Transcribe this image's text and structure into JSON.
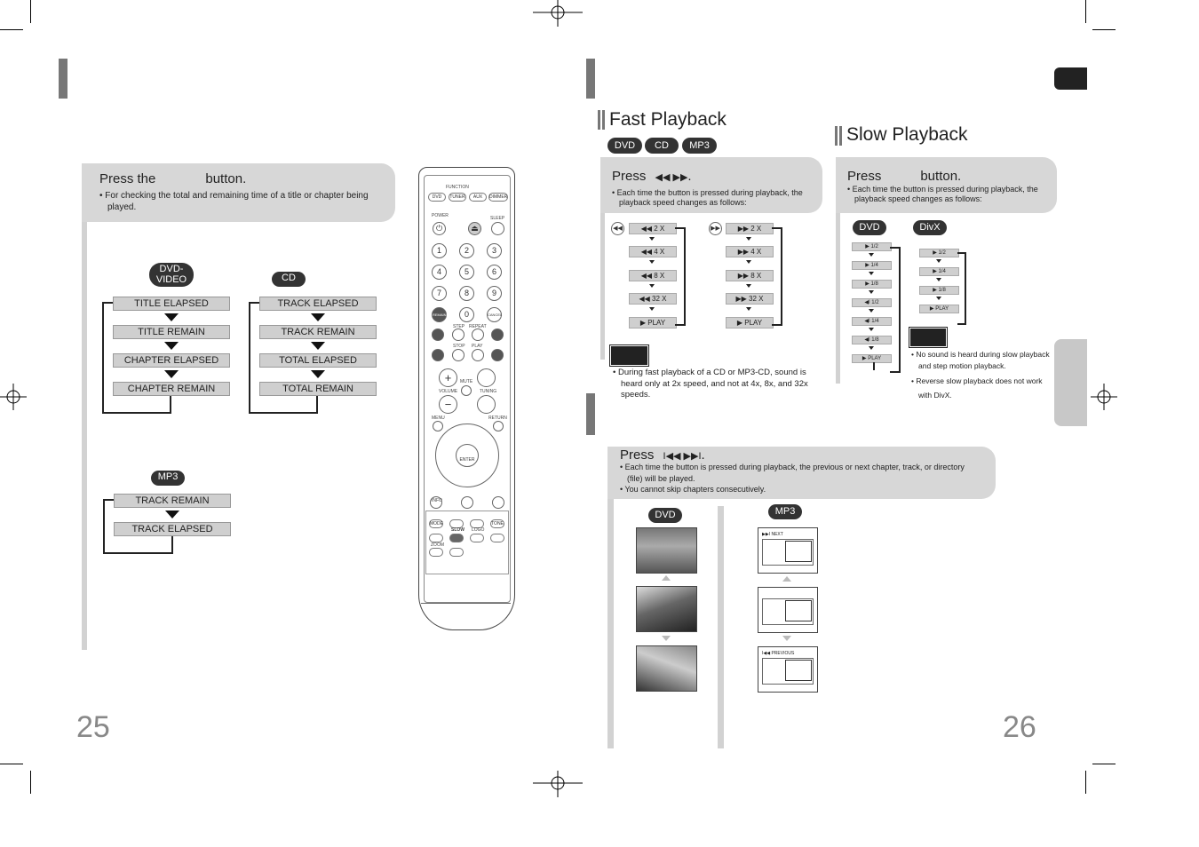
{
  "left_page": {
    "page_number": "25",
    "display_panel": {
      "press_before": "Press the",
      "press_after": "button.",
      "bullet": "For checking the total and remaining time of a title or chapter being played."
    },
    "dvd_flow": {
      "badge": "DVD-VIDEO",
      "items": [
        "TITLE ELAPSED",
        "TITLE REMAIN",
        "CHAPTER ELAPSED",
        "CHAPTER REMAIN"
      ]
    },
    "cd_flow": {
      "badge": "CD",
      "items": [
        "TRACK ELAPSED",
        "TRACK REMAIN",
        "TOTAL ELAPSED",
        "TOTAL REMAIN"
      ]
    },
    "mp3_flow": {
      "badge": "MP3",
      "items": [
        "TRACK REMAIN",
        "TRACK ELAPSED"
      ]
    }
  },
  "remote": {
    "function_label": "FUNCTION",
    "function_buttons": [
      "DVD",
      "TUNER",
      "AUX",
      "DIMMER"
    ],
    "power_label": "POWER",
    "sleep_label": "SLEEP",
    "numbers": [
      "1",
      "2",
      "3",
      "4",
      "5",
      "6",
      "7",
      "8",
      "9",
      "0"
    ],
    "remain_label": "REMAIN",
    "cancel_label": "CANCEL",
    "step_label": "STEP",
    "repeat_label": "REPEAT",
    "stop_label": "STOP",
    "play_label": "PLAY",
    "mute_label": "MUTE",
    "volume_label": "VOLUME",
    "tuning_label": "TUNING",
    "menu_label": "MENU",
    "return_label": "RETURN",
    "enter_label": "ENTER",
    "info_label": "INFO",
    "mode_label": "MODE",
    "tone_label": "TONE",
    "slow_label": "SLOW",
    "logo_label": "LOGO",
    "zoom_label": "ZOOM"
  },
  "right_page": {
    "page_number": "26",
    "fast_playback": {
      "heading": "Fast Playback",
      "badges": [
        "DVD",
        "CD",
        "MP3"
      ],
      "press_before": "Press",
      "press_symbols": "◀◀ ▶▶",
      "press_after": ".",
      "bullet": "Each time the button is pressed during playback, the playback speed changes as follows:",
      "rewind_speeds": [
        "◀◀ 2 X",
        "◀◀ 4 X",
        "◀◀ 8 X",
        "◀◀ 32 X",
        "▶ PLAY"
      ],
      "forward_speeds": [
        "▶▶ 2 X",
        "▶▶ 4 X",
        "▶▶ 8 X",
        "▶▶ 32 X",
        "▶ PLAY"
      ],
      "note": "During fast playback of a CD or MP3-CD, sound is heard only at 2x speed, and not at 4x, 8x, and 32x speeds."
    },
    "slow_playback": {
      "heading": "Slow Playback",
      "press_before": "Press",
      "press_after": "button.",
      "bullet": "Each time the button is pressed during playback, the playback speed changes as follows:",
      "dvd_badge": "DVD",
      "divx_badge": "DivX",
      "dvd_speeds": [
        "▶ 1/2",
        "▶ 1/4",
        "▶ 1/8",
        "◀I 1/2",
        "◀I 1/4",
        "◀I 1/8",
        "▶ PLAY"
      ],
      "divx_speeds": [
        "▶ 1/2",
        "▶ 1/4",
        "▶ 1/8",
        "▶ PLAY"
      ],
      "notes": [
        "No sound is heard during slow playback and step motion playback.",
        "Reverse slow playback does not work with DivX."
      ]
    },
    "skip": {
      "press_before": "Press",
      "press_symbols": "I◀◀ ▶▶I",
      "press_after": ".",
      "bullets": [
        "Each time the button is pressed during playback, the previous or next chapter, track, or directory (file) will be played.",
        "You cannot skip chapters consecutively."
      ],
      "dvd_badge": "DVD",
      "mp3_badge": "MP3",
      "mp3_next_label": "▶▶I NEXT",
      "mp3_prev_label": "I◀◀ PREVIOUS"
    }
  }
}
